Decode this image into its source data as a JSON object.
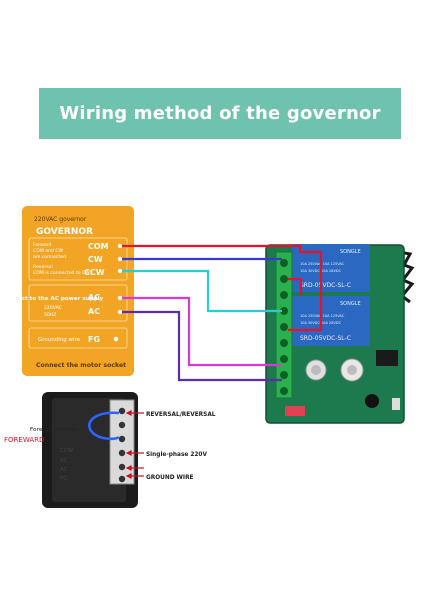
{
  "banner": {
    "title": "Wiring method of the governor"
  },
  "governor": {
    "voltage": "220VAC governor",
    "name": "GOVERNOR",
    "forward_line1": "Forward",
    "forward_line2": "COM and CW",
    "forward_line3": "are connected",
    "reversal_line1": "Reversal",
    "reversal_line2": "COM is connected to CW",
    "com": "COM",
    "cw": "CW",
    "ccw": "CCW",
    "ac_note": "Connect to the AC power supply",
    "ac_voltage": "220VAC",
    "ac_freq": "50HZ",
    "ac1": "AC",
    "ac2": "AC",
    "ground_text": "Grounding wire",
    "fg": "FG",
    "motor_socket": "Connect the motor socket"
  },
  "relay_board": {
    "relay_brand": "SONGLE",
    "relay_model": "SRD-05VDC-SL-C",
    "rating_line1": "10A 250VAC  10A 125VAC",
    "rating_line2": "10A 30VDC   10A 28VDC"
  },
  "bottom_diagram": {
    "forward_rotation": "Forward rotation",
    "foreward": "FOREWARD",
    "reversal": "REVERSAL/REVERSAL",
    "single_phase": "Single-phase 220V",
    "ground": "GROUND WIRE",
    "box_labels": [
      "CCW",
      "AC",
      "AC",
      "FG"
    ]
  },
  "colors": {
    "banner": "#6fc3ae",
    "governor_panel": "#f2a524",
    "board": "#1c7a4e",
    "terminal": "#2bb04e",
    "relay": "#2b68c2",
    "wire_red": "#e8102a",
    "wire_blue": "#3b38d2",
    "wire_cyan": "#2fc8d8",
    "wire_magenta": "#d83ad8",
    "wire_purple": "#5b2bb0"
  }
}
